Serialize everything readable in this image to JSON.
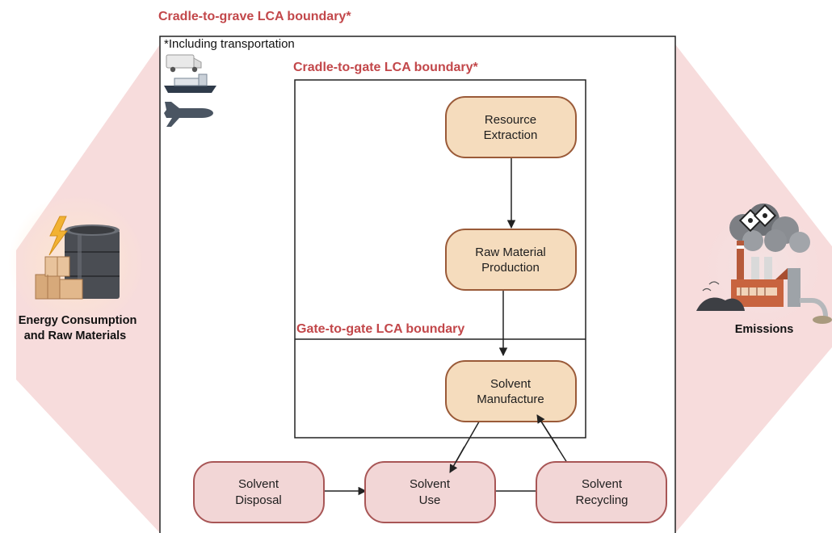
{
  "labels": {
    "cradle_to_grave": "Cradle-to-grave LCA boundary*",
    "including_transport": "*Including transportation",
    "cradle_to_gate": "Cradle-to-gate LCA boundary*",
    "gate_to_gate": "Gate-to-gate LCA boundary"
  },
  "inputs": {
    "line1": "Energy Consumption",
    "line2": "and Raw Materials"
  },
  "outputs": {
    "label": "Emissions"
  },
  "nodes": {
    "resource_extraction": [
      "Resource",
      "Extraction"
    ],
    "raw_material": [
      "Raw Material",
      "Production"
    ],
    "manufacture": [
      "Solvent",
      "Manufacture"
    ],
    "disposal": [
      "Solvent",
      "Disposal"
    ],
    "use": [
      "Solvent",
      "Use"
    ],
    "recycling": [
      "Solvent",
      "Recycling"
    ]
  },
  "colors": {
    "boundary_red": "#c2474a",
    "upstream_fill": "#f5dcbd",
    "upstream_stroke": "#9a5a38",
    "downstream_fill": "#f2d6d6",
    "downstream_stroke": "#a85656",
    "side_band": "#f7dcdc"
  },
  "icons": {
    "transport": [
      "van-icon",
      "ship-icon",
      "airplane-icon"
    ],
    "inputs": [
      "lightning-icon",
      "barrel-icon",
      "boxes-icon"
    ],
    "outputs": [
      "factory-icon",
      "smoke-icon",
      "hazard-icon",
      "waste-pile-icon"
    ]
  }
}
